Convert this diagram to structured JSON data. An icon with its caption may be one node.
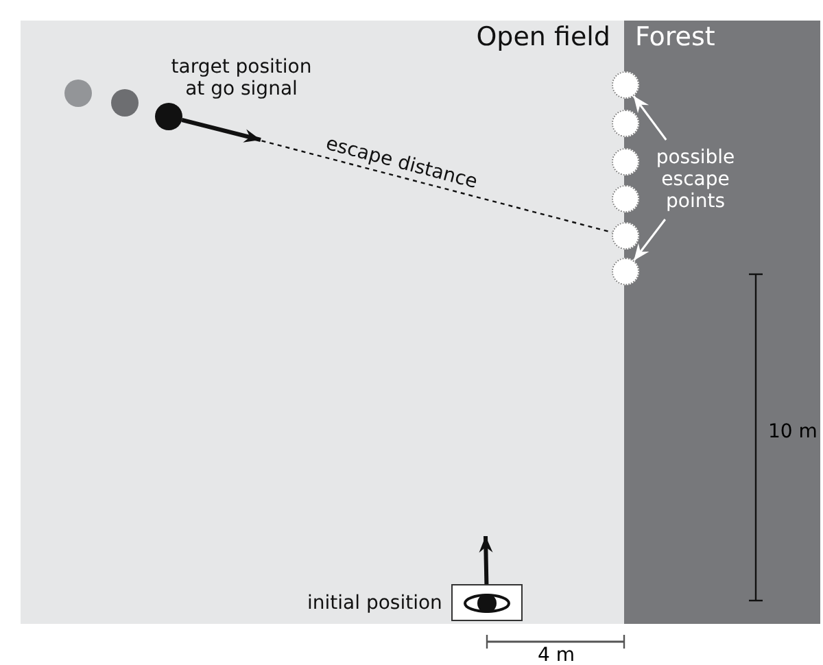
{
  "diagram": {
    "nodes": [
      {
        "text": [
          "Open field"
        ]
      },
      {
        "text": [
          "Forest"
        ]
      },
      {
        "text": [],
        "shape": "circle",
        "in": 0
      },
      {
        "text": [],
        "shape": "circle",
        "in": 0
      },
      {
        "text": [],
        "shape": "circle",
        "in": 0,
        "beside": [
          "target position at go signal"
        ]
      },
      {
        "text": [],
        "shape": "circle"
      },
      {
        "text": [],
        "shape": "circle"
      },
      {
        "text": [],
        "shape": "circle"
      },
      {
        "text": [],
        "shape": "circle"
      },
      {
        "text": [],
        "shape": "circle"
      },
      {
        "text": [],
        "shape": "circle"
      },
      {
        "text": [
          "possible escape points"
        ],
        "in": 1
      },
      {
        "text": [],
        "shape": "box",
        "in": 0,
        "beside": [
          "initial position"
        ]
      }
    ],
    "edges": [
      {
        "from": 4,
        "to": null,
        "arrow": "to",
        "style": "thick"
      },
      {
        "from": 4,
        "to": 9,
        "arrow": "none",
        "style": "dashed",
        "label": "escape distance"
      },
      {
        "from": 11,
        "to": 5,
        "arrow": "to",
        "color": "#ffffff"
      },
      {
        "from": 11,
        "to": 10,
        "arrow": "to",
        "color": "#ffffff"
      },
      {
        "from": 12,
        "to": null,
        "arrow": "to",
        "style": "thick"
      }
    ],
    "labels": [
      "10 m",
      "4 m"
    ]
  }
}
